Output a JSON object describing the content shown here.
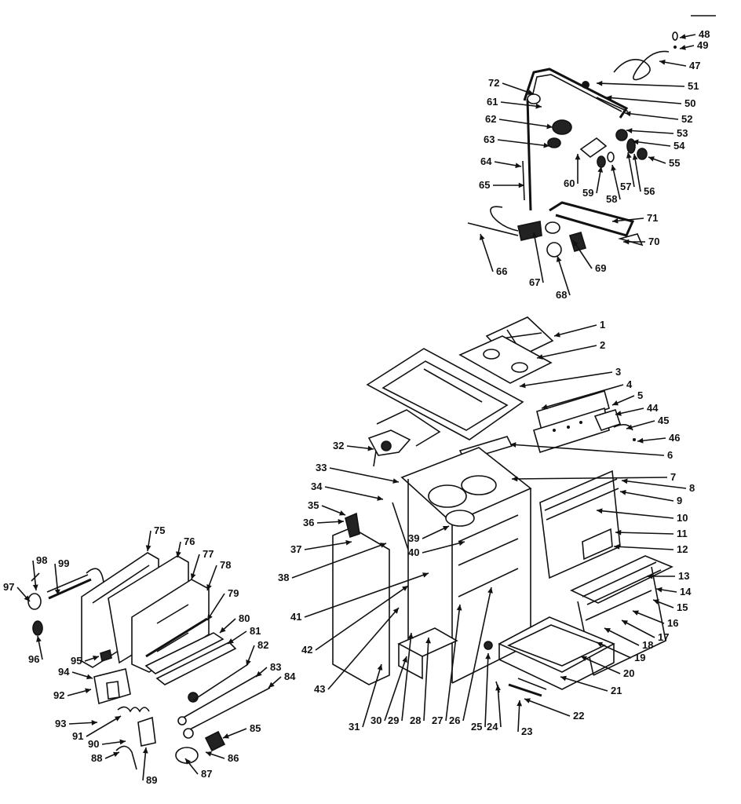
{
  "diagram": {
    "labels": [
      "1",
      "2",
      "3",
      "4",
      "5",
      "6",
      "7",
      "8",
      "9",
      "10",
      "11",
      "12",
      "13",
      "14",
      "15",
      "16",
      "17",
      "18",
      "19",
      "20",
      "21",
      "22",
      "23",
      "24",
      "25",
      "26",
      "27",
      "28",
      "29",
      "30",
      "31",
      "32",
      "33",
      "34",
      "35",
      "36",
      "37",
      "38",
      "39",
      "40",
      "41",
      "42",
      "43",
      "44",
      "45",
      "46",
      "47",
      "48",
      "49",
      "50",
      "51",
      "52",
      "53",
      "54",
      "55",
      "56",
      "57",
      "58",
      "59",
      "60",
      "61",
      "62",
      "63",
      "64",
      "65",
      "66",
      "67",
      "68",
      "69",
      "70",
      "71",
      "72",
      "75",
      "76",
      "77",
      "78",
      "79",
      "80",
      "81",
      "82",
      "83",
      "84",
      "85",
      "86",
      "87",
      "88",
      "89",
      "90",
      "91",
      "92",
      "93",
      "94",
      "95",
      "96",
      "97",
      "98",
      "99"
    ]
  }
}
